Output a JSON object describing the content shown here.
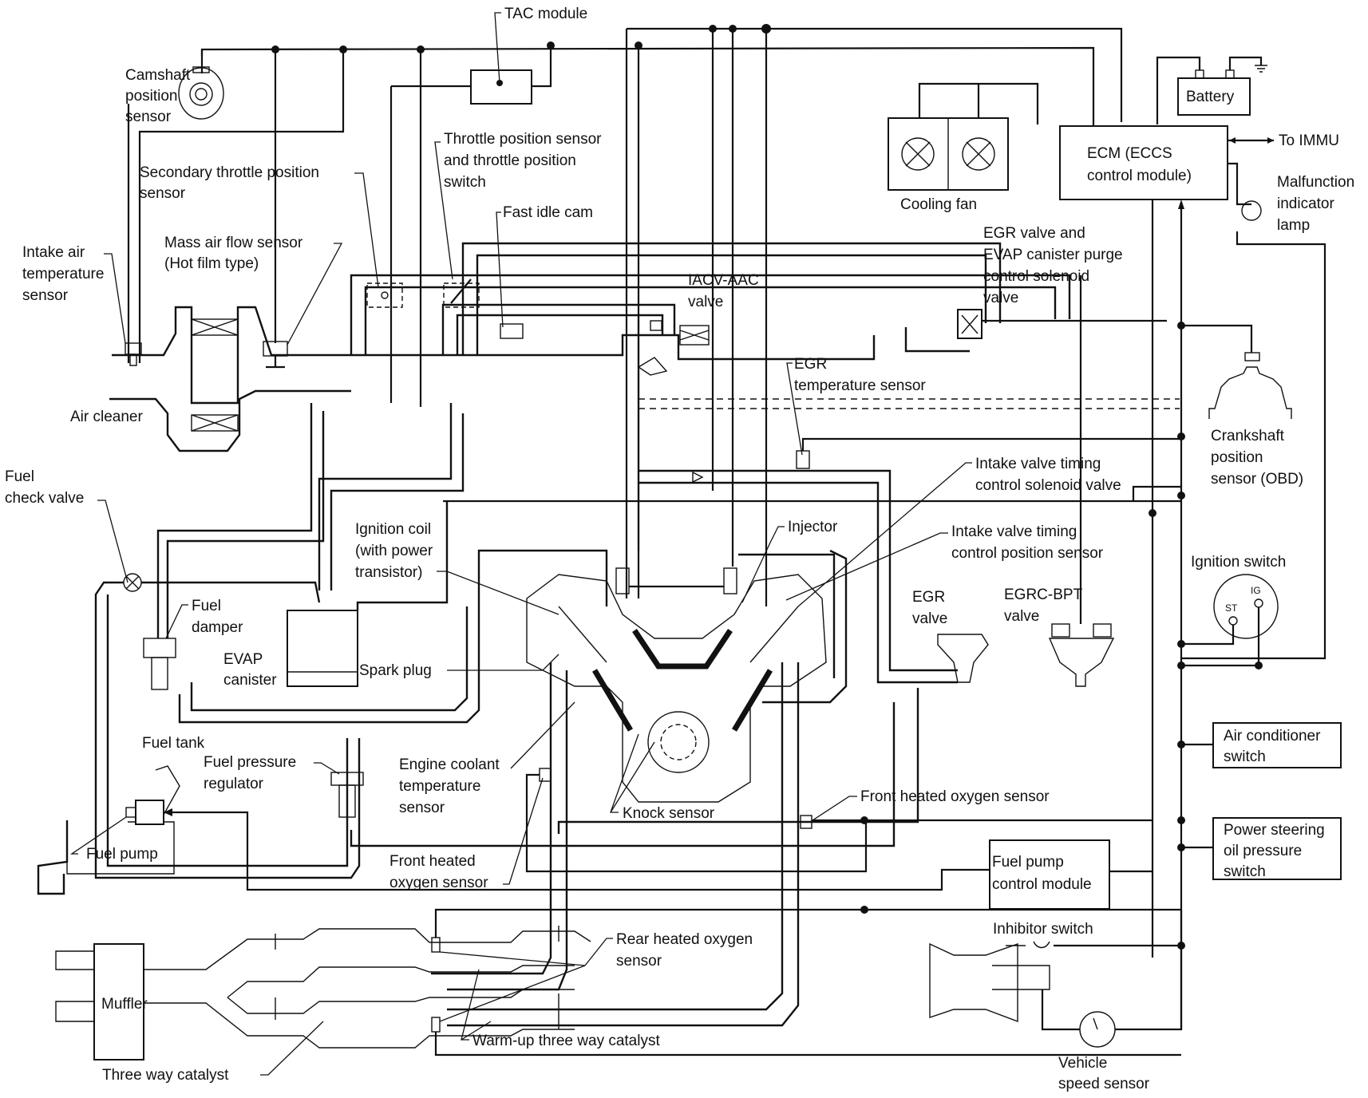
{
  "diagram": {
    "title": "Engine control system diagram",
    "background": "#ffffff",
    "ink": "#111111",
    "labels": {
      "tac_module": "TAC module",
      "camshaft_1": "Camshaft",
      "camshaft_2": "position",
      "camshaft_3": "sensor",
      "secondary_tps_1": "Secondary throttle position",
      "secondary_tps_2": "sensor",
      "tps_1": "Throttle position sensor",
      "tps_2": "and throttle position",
      "tps_3": "switch",
      "fast_idle_cam": "Fast idle cam",
      "maf_1": "Mass air flow sensor",
      "maf_2": "(Hot film type)",
      "intake_air_1": "Intake air",
      "intake_air_2": "temperature",
      "intake_air_3": "sensor",
      "air_cleaner": "Air cleaner",
      "iacv_1": "IACV-AAC",
      "iacv_2": "valve",
      "egr_evap_1": "EGR valve and",
      "egr_evap_2": "EVAP canister purge",
      "egr_evap_3": "control solenoid",
      "egr_evap_4": "valve",
      "egr_temp_1": "EGR",
      "egr_temp_2": "temperature sensor",
      "battery": "Battery",
      "ecm_1": "ECM (ECCS",
      "ecm_2": "control module)",
      "to_immu": "To IMMU",
      "cooling_fan": "Cooling fan",
      "mil_1": "Malfunction",
      "mil_2": "indicator",
      "mil_3": "lamp",
      "crank_1": "Crankshaft",
      "crank_2": "position",
      "crank_3": "sensor (OBD)",
      "ivt_sol_1": "Intake valve timing",
      "ivt_sol_2": "control solenoid valve",
      "ivt_pos_1": "Intake valve timing",
      "ivt_pos_2": "control position sensor",
      "injector": "Injector",
      "ign_coil_1": "Ignition coil",
      "ign_coil_2": "(with power",
      "ign_coil_3": "transistor)",
      "ignition_switch": "Ignition switch",
      "ign_st": "ST",
      "ign_ig": "IG",
      "egr_valve_1": "EGR",
      "egr_valve_2": "valve",
      "egrc_1": "EGRC-BPT",
      "egrc_2": "valve",
      "fuel_check_1": "Fuel",
      "fuel_check_2": "check valve",
      "fuel_damper_1": "Fuel",
      "fuel_damper_2": "damper",
      "evap_1": "EVAP",
      "evap_2": "canister",
      "spark_plug": "Spark plug",
      "fuel_tank": "Fuel tank",
      "fuel_pressure_1": "Fuel pressure",
      "fuel_pressure_2": "regulator",
      "ect_1": "Engine coolant",
      "ect_2": "temperature",
      "ect_3": "sensor",
      "knock": "Knock sensor",
      "front_o2_a_1": "Front heated",
      "front_o2_a_2": "oxygen sensor",
      "front_o2_b": "Front heated oxygen sensor",
      "fuel_pump": "Fuel pump",
      "fpcm_1": "Fuel pump",
      "fpcm_2": "control module",
      "ac_1": "Air conditioner",
      "ac_2": "switch",
      "ps_1": "Power steering",
      "ps_2": "oil pressure",
      "ps_3": "switch",
      "inhibitor": "Inhibitor switch",
      "vss_1": "Vehicle",
      "vss_2": "speed sensor",
      "rear_o2_1": "Rear heated oxygen",
      "rear_o2_2": "sensor",
      "muffler": "Muffler",
      "warmup_twc": "Warm-up three way catalyst",
      "twc": "Three way catalyst"
    }
  }
}
